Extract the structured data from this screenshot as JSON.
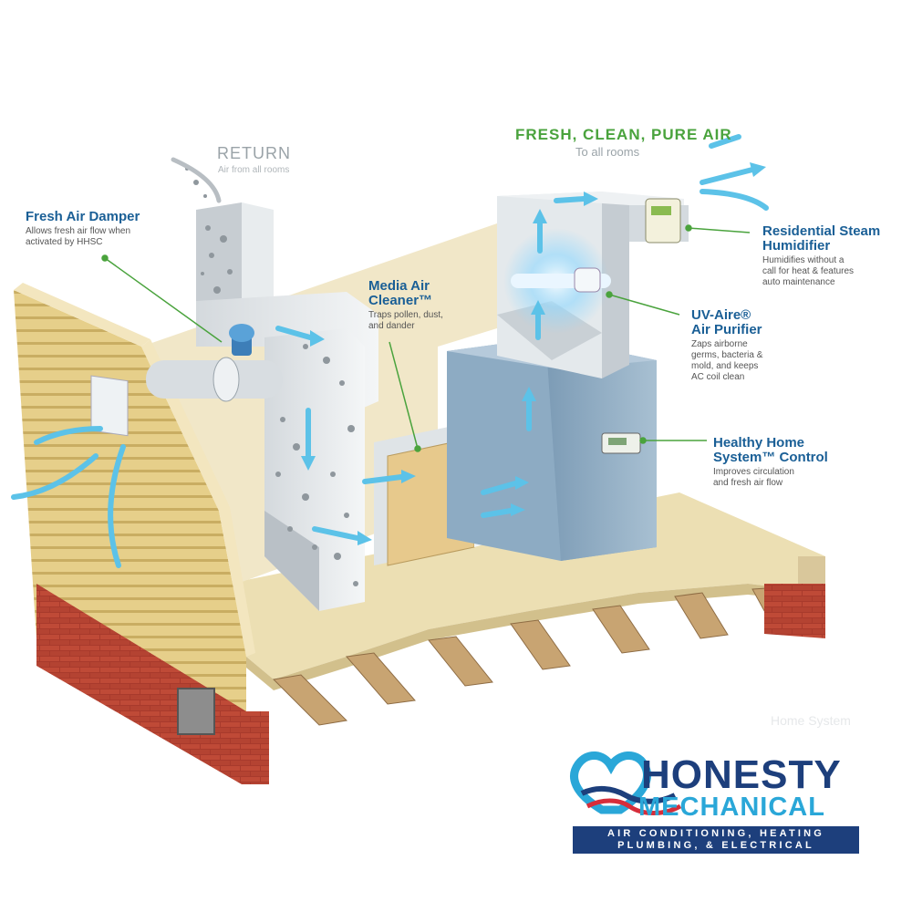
{
  "return": {
    "title": "RETURN",
    "sub": "Air from all rooms"
  },
  "fresh_clean": {
    "title": "FRESH, CLEAN, PURE AIR",
    "sub": "To all rooms"
  },
  "fresh_air_damper": {
    "title": "Fresh Air Damper",
    "desc1": "Allows fresh air flow when",
    "desc2": "activated by HHSC"
  },
  "media_air_cleaner": {
    "title1": "Media Air",
    "title2": "Cleaner™",
    "desc1": "Traps pollen, dust,",
    "desc2": "and dander"
  },
  "steam_humidifier": {
    "title1": "Residential Steam",
    "title2": "Humidifier",
    "desc1": "Humidifies without a",
    "desc2": "call for heat & features",
    "desc3": "auto maintenance"
  },
  "uv_aire": {
    "title1": "UV-Aire®",
    "title2": "Air Purifier",
    "desc1": "Zaps airborne",
    "desc2": "germs, bacteria &",
    "desc3": "mold, and keeps",
    "desc4": "AC coil clean"
  },
  "hhs_control": {
    "title1": "Healthy Home",
    "title2": "System™ Control",
    "desc1": "Improves circulation",
    "desc2": "and fresh air flow"
  },
  "watermark": "Home System",
  "logo": {
    "name": "HONESTY",
    "sub": "MECHANICAL",
    "tag1": "AIR CONDITIONING, HEATING",
    "tag2": "PLUMBING, & ELECTRICAL"
  },
  "colors": {
    "label_blue": "#1a5f96",
    "callout_green": "#4aa33d",
    "airflow_blue": "#5cc2e8",
    "brand_navy": "#1d3f7c",
    "brand_cyan": "#2aa7d8",
    "brand_red": "#d62d3a"
  }
}
